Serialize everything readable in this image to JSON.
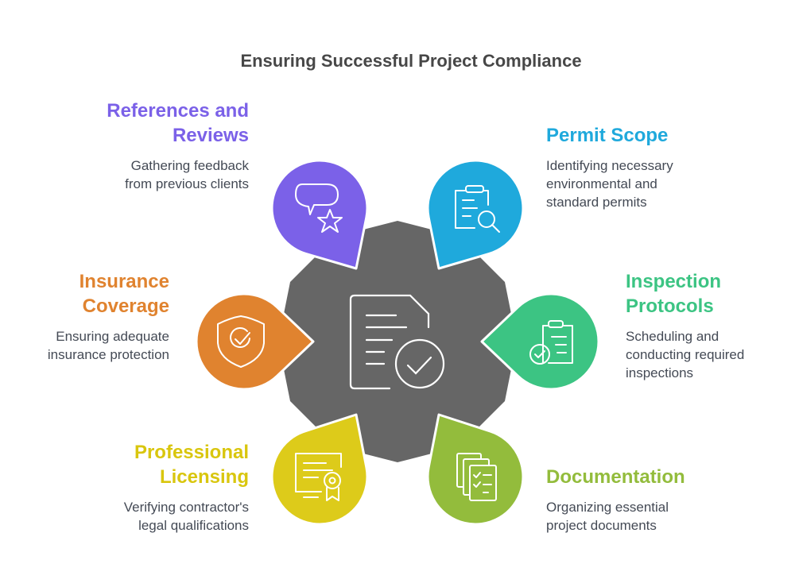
{
  "title": "Ensuring Successful Project Compliance",
  "center": {
    "icon": "document-check-icon",
    "color": "#666666"
  },
  "items": [
    {
      "id": "references",
      "title_lines": [
        "References and",
        "Reviews"
      ],
      "desc_lines": [
        "Gathering feedback",
        "from previous clients"
      ],
      "color": "#7B61E8",
      "icon": "chat-star-icon"
    },
    {
      "id": "permit",
      "title_lines": [
        "Permit Scope"
      ],
      "desc_lines": [
        "Identifying necessary",
        "environmental and",
        "standard permits"
      ],
      "color": "#1FA9DC",
      "icon": "clipboard-search-icon"
    },
    {
      "id": "insurance",
      "title_lines": [
        "Insurance",
        "Coverage"
      ],
      "desc_lines": [
        "Ensuring adequate",
        "insurance protection"
      ],
      "color": "#E0832F",
      "icon": "shield-check-icon"
    },
    {
      "id": "inspection",
      "title_lines": [
        "Inspection",
        "Protocols"
      ],
      "desc_lines": [
        "Scheduling and",
        "conducting required",
        "inspections"
      ],
      "color": "#3CC483",
      "icon": "clipboard-check-icon"
    },
    {
      "id": "licensing",
      "title_lines": [
        "Professional",
        "Licensing"
      ],
      "desc_lines": [
        "Verifying contractor's",
        "legal qualifications"
      ],
      "color": "#DDCB1A",
      "icon": "certificate-icon"
    },
    {
      "id": "documentation",
      "title_lines": [
        "Documentation"
      ],
      "desc_lines": [
        "Organizing essential",
        "project documents"
      ],
      "color": "#93BC3C",
      "icon": "documents-checklist-icon"
    }
  ]
}
